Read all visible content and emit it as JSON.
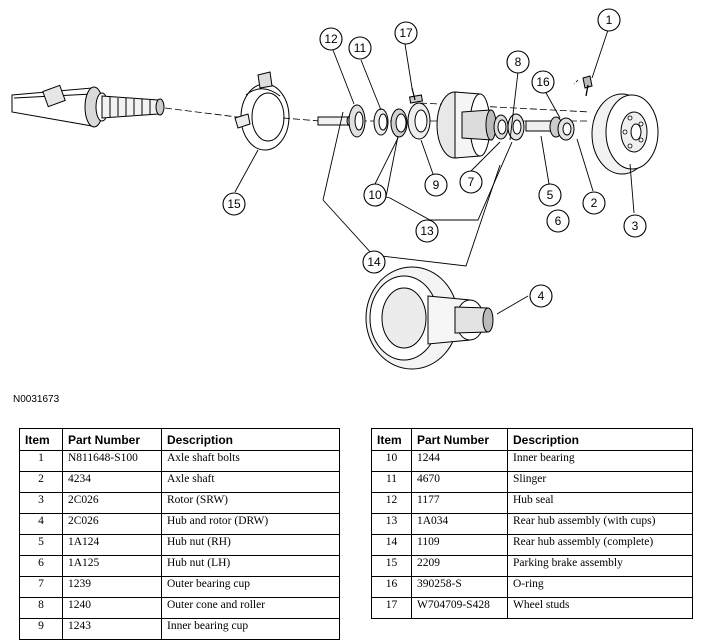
{
  "figure_code": "N0031673",
  "callouts": [
    "1",
    "2",
    "3",
    "4",
    "5",
    "6",
    "7",
    "8",
    "9",
    "10",
    "11",
    "12",
    "13",
    "14",
    "15",
    "16",
    "17"
  ],
  "table_headers": {
    "item": "Item",
    "part_number": "Part Number",
    "description": "Description"
  },
  "parts_left": [
    {
      "item": "1",
      "part_number": "N811648-S100",
      "description": "Axle shaft bolts"
    },
    {
      "item": "2",
      "part_number": "4234",
      "description": "Axle shaft"
    },
    {
      "item": "3",
      "part_number": "2C026",
      "description": "Rotor (SRW)"
    },
    {
      "item": "4",
      "part_number": "2C026",
      "description": "Hub and rotor (DRW)"
    },
    {
      "item": "5",
      "part_number": "1A124",
      "description": "Hub nut (RH)"
    },
    {
      "item": "6",
      "part_number": "1A125",
      "description": "Hub nut (LH)"
    },
    {
      "item": "7",
      "part_number": "1239",
      "description": "Outer bearing cup"
    },
    {
      "item": "8",
      "part_number": "1240",
      "description": "Outer cone and roller"
    },
    {
      "item": "9",
      "part_number": "1243",
      "description": "Inner bearing cup"
    }
  ],
  "parts_right": [
    {
      "item": "10",
      "part_number": "1244",
      "description": "Inner bearing"
    },
    {
      "item": "11",
      "part_number": "4670",
      "description": "Slinger"
    },
    {
      "item": "12",
      "part_number": "1177",
      "description": "Hub seal"
    },
    {
      "item": "13",
      "part_number": "1A034",
      "description": "Rear hub assembly (with cups)"
    },
    {
      "item": "14",
      "part_number": "1109",
      "description": "Rear hub assembly (complete)"
    },
    {
      "item": "15",
      "part_number": "2209",
      "description": "Parking brake assembly"
    },
    {
      "item": "16",
      "part_number": "390258-S",
      "description": "O-ring"
    },
    {
      "item": "17",
      "part_number": "W704709-S428",
      "description": "Wheel studs"
    }
  ]
}
